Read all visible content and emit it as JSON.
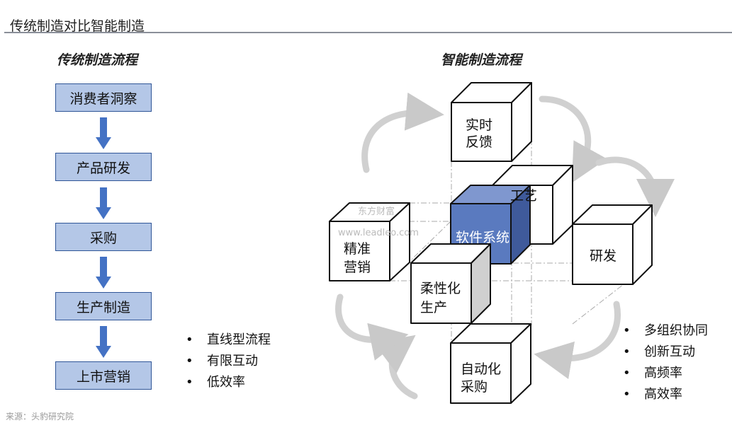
{
  "title": "传统制造对比智能制造",
  "left": {
    "heading": "传统制造流程",
    "steps": [
      "消费者洞察",
      "产品研发",
      "采购",
      "生产制造",
      "上市营销"
    ],
    "bullets": [
      "直线型流程",
      "有限互动",
      "低效率"
    ]
  },
  "right": {
    "heading": "智能制造流程",
    "cubes": {
      "feedback": [
        "实时",
        "反馈"
      ],
      "craft": [
        "工艺"
      ],
      "software": [
        "软件系统"
      ],
      "marketing": [
        "精准",
        "营销"
      ],
      "rd": [
        "研发"
      ],
      "flexible": [
        "柔性化",
        "生产"
      ],
      "procurement": [
        "自动化",
        "采购"
      ]
    },
    "watermarks": [
      "东方财富",
      "www.leadleo.com"
    ],
    "bullets": [
      "多组织协同",
      "创新互动",
      "高频率",
      "高效率"
    ]
  },
  "source": "来源：头豹研究院",
  "colors": {
    "box": "#b4c7e7",
    "arrow": "#4472c4",
    "core": "#5a7abf"
  }
}
